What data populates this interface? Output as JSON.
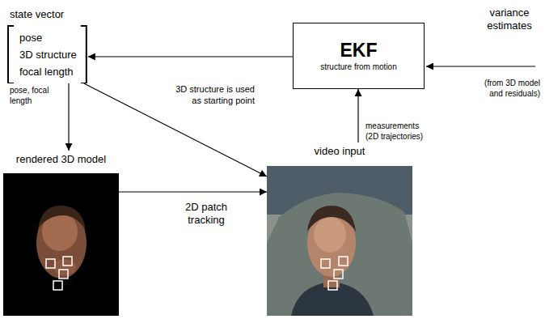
{
  "diagram": {
    "nodes": [
      {
        "text": [
          "state vector",
          "pose",
          "3D structure",
          "focal length"
        ]
      },
      {
        "text": [
          "EKF",
          "structure from motion"
        ]
      },
      {
        "text": [
          "rendered 3D model"
        ]
      },
      {
        "text": [
          "video input"
        ]
      }
    ],
    "edges": [
      {
        "from": 1,
        "to": 0,
        "arrow": "to"
      },
      {
        "from": 0,
        "to": 2,
        "arrow": "to",
        "label": "pose, focal length"
      },
      {
        "from": 0,
        "to": 3,
        "arrow": "to",
        "label": "3D structure is used as starting point"
      },
      {
        "from": 2,
        "to": 3,
        "arrow": "to",
        "label": "2D patch tracking"
      },
      {
        "from": 3,
        "to": 1,
        "arrow": "to",
        "label": "measurements"
      }
    ],
    "labels": [
      "variance estimates",
      "(from 3D model and residuals)",
      "(2D trajectories)"
    ]
  }
}
